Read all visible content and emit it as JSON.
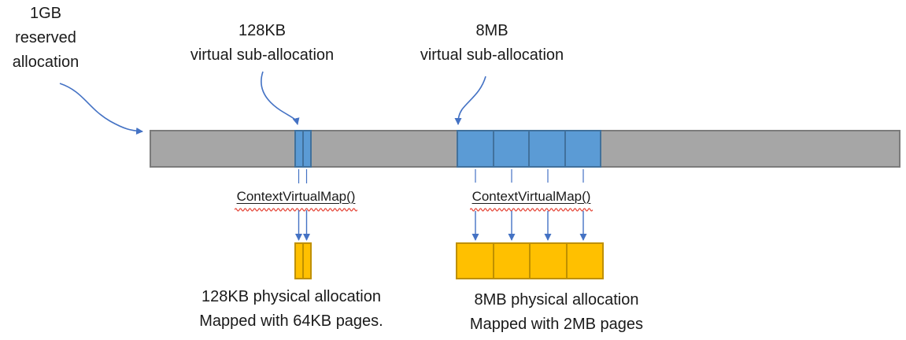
{
  "colors": {
    "text": "#1a1a1a",
    "bar_fill": "#a6a6a6",
    "bar_border": "#7b7b7b",
    "blue_fill": "#5b9bd5",
    "blue_border": "#41719c",
    "orange_fill": "#ffc000",
    "orange_border": "#bf9000",
    "arrow": "#4472c4",
    "squiggle": "#e34234"
  },
  "labels": {
    "reserved": {
      "lines": [
        "1GB",
        "reserved",
        "allocation"
      ]
    },
    "sub128": {
      "lines": [
        "128KB",
        "virtual sub-allocation"
      ]
    },
    "sub8": {
      "lines": [
        "8MB",
        "virtual sub-allocation"
      ]
    },
    "map_call_left": {
      "text": "ContextVirtualMap()"
    },
    "map_call_right": {
      "text": "ContextVirtualMap()"
    },
    "phys128": {
      "lines": [
        "128KB physical allocation",
        "Mapped with 64KB pages."
      ]
    },
    "phys8": {
      "lines": [
        "8MB physical allocation",
        "Mapped with 2MB pages"
      ]
    }
  },
  "diagram": {
    "reserved_allocation_size": "1GB",
    "sub_allocations": [
      {
        "virtual_size": "128KB",
        "page_size": "64KB",
        "page_count": 2,
        "mapped_by": "ContextVirtualMap()"
      },
      {
        "virtual_size": "8MB",
        "page_size": "2MB",
        "page_count": 4,
        "mapped_by": "ContextVirtualMap()"
      }
    ]
  }
}
